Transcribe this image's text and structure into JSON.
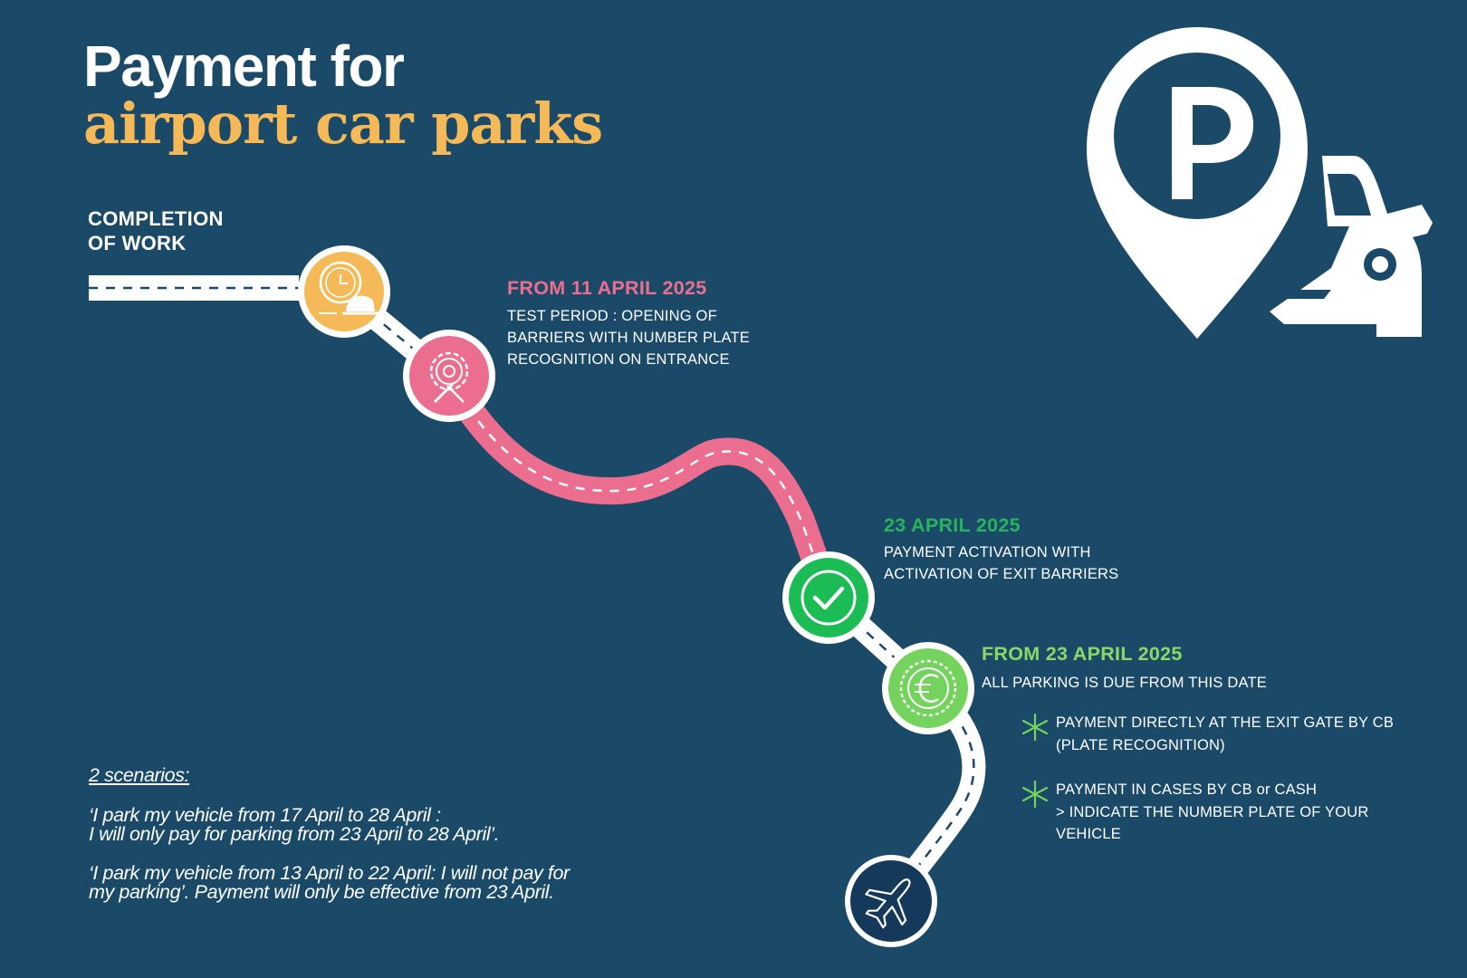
{
  "title": {
    "line1": "Payment for",
    "line2": "airport car parks"
  },
  "start_label": [
    "COMPLETION",
    "OF WORK"
  ],
  "steps": [
    {
      "title": "FROM 11 APRIL 2025",
      "lines": [
        "TEST PERIOD :  OPENING OF",
        "BARRIERS WITH NUMBER PLATE",
        "RECOGNITION ON ENTRANCE"
      ]
    },
    {
      "title": "23 APRIL 2025",
      "lines": [
        "PAYMENT ACTIVATION WITH",
        "ACTIVATION OF EXIT BARRIERS"
      ]
    },
    {
      "title": "FROM 23 APRIL 2025",
      "lines": [
        "ALL PARKING IS DUE FROM THIS DATE"
      ]
    }
  ],
  "bullets": [
    {
      "lines": [
        "PAYMENT DIRECTLY AT THE EXIT GATE BY CB",
        "(PLATE RECOGNITION)"
      ]
    },
    {
      "lines": [
        "PAYMENT IN CASES BY CB or CASH",
        "> INDICATE THE NUMBER PLATE OF YOUR",
        "VEHICLE"
      ]
    }
  ],
  "scenarios": {
    "heading": "2 scenarios:",
    "items": [
      [
        "‘I park my vehicle from 17 April to 28 April :",
        "I will only pay for parking from 23 April to 28 April’."
      ],
      [
        "‘I park my vehicle from 13 April to 22 April: I will not pay for",
        "my parking’. Payment will only be effective from 23 April."
      ]
    ]
  },
  "milestone_icons": [
    "clock-hardhat-icon",
    "gear-wrench-icon",
    "checkmark-icon",
    "euro-coin-icon",
    "airplane-icon"
  ],
  "decoration_icons": [
    "parking-pin-icon",
    "car-icon",
    "star-bullet-icon"
  ],
  "colors": {
    "background": "#1b4a69",
    "accent_title": "#f6b957",
    "step1": "#ec6e8f",
    "step2": "#27b35d",
    "step3": "#8bd867",
    "milestone_orange": "#f6b957",
    "milestone_pink": "#ec6e8f",
    "milestone_green": "#1cbc55",
    "milestone_lightgreen": "#73d35c",
    "milestone_navy": "#14395b"
  }
}
